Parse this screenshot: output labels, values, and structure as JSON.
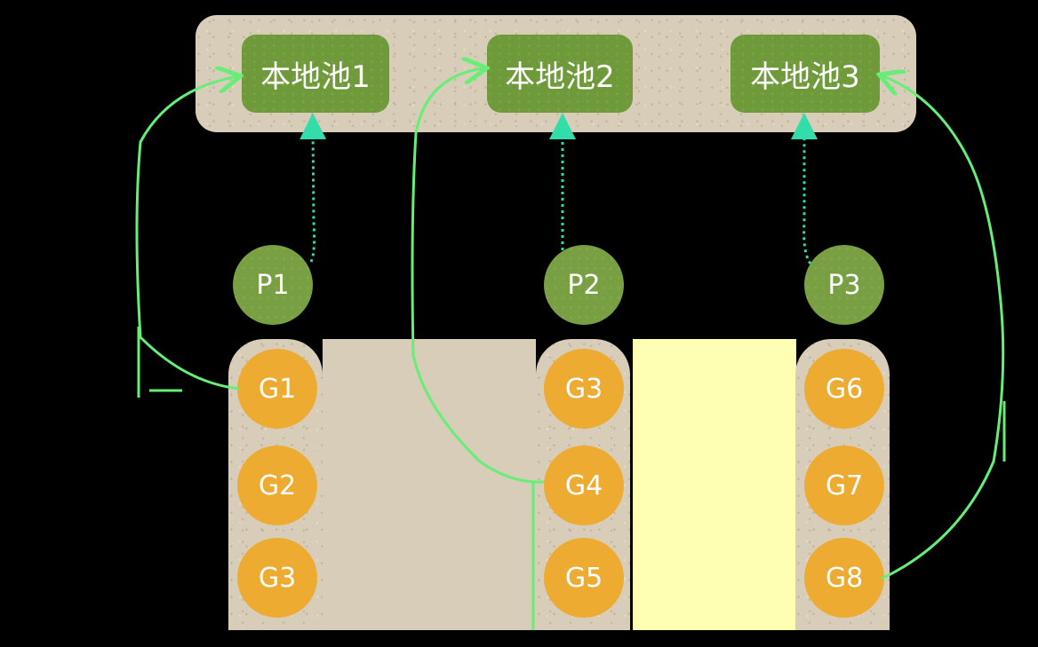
{
  "pools": [
    {
      "label": "本地池1"
    },
    {
      "label": "本地池2"
    },
    {
      "label": "本地池3"
    }
  ],
  "processors": [
    {
      "label": "P1"
    },
    {
      "label": "P2"
    },
    {
      "label": "P3"
    }
  ],
  "goroutines": {
    "col1": [
      "G1",
      "G2",
      "G3"
    ],
    "col2": [
      "G3",
      "G4",
      "G5"
    ],
    "col3": [
      "G6",
      "G7",
      "G8"
    ]
  },
  "colors": {
    "background": "#000000",
    "paper": "#d8cdb8",
    "pool_green": "#6f9a3a",
    "processor_green": "#78a042",
    "goroutine_orange": "#eeab32",
    "arrow_green": "#66ee77",
    "dotted_teal": "#33ddaa",
    "highlight_yellow": "#ffffb3"
  }
}
